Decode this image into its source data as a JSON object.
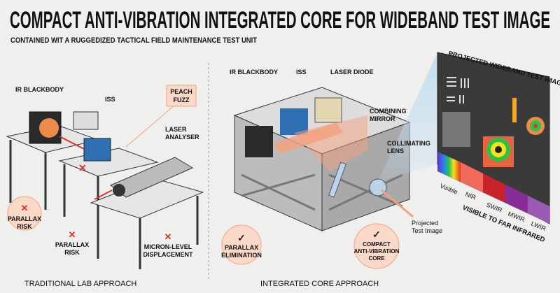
{
  "title": "COMPACT ANTI-VIBRATION INTEGRATED CORE FOR WIDEBAND TEST IMAGE",
  "subtitle": "CONTAINED WIT A RUGGEDIZED TACTICAL FIELD MAINTENANCE TEST UNIT",
  "left": {
    "ir_blackbody": "IR BLACKBODY",
    "iss": "ISS",
    "peach_fuzz": [
      "PEACH",
      "FUZZ"
    ],
    "laser_analyser": [
      "LASER",
      "ANALYSER"
    ],
    "parallax_risk_1": [
      "PARALLAX",
      "RISK"
    ],
    "parallax_risk_2": [
      "PARALLAX",
      "RISK"
    ],
    "micron": [
      "MICRON-LEVEL",
      "DISPLACEMENT"
    ],
    "caption": "TRADITIONAL LAB APPROACH"
  },
  "right": {
    "ir_blackbody": "IR BLACKBODY",
    "iss": "ISS",
    "laser_diode": "LASER DIODE",
    "combining_mirror": [
      "COMBINING",
      "MIRROR"
    ],
    "collimating_lens": [
      "COLLIMATING",
      "LENS"
    ],
    "projected": [
      "Projected",
      "Test Image"
    ],
    "parallax_elim": [
      "PARALLAX",
      "ELIMINATION"
    ],
    "compact_core": [
      "COMPACT",
      "ANTI-VIBRATION",
      "CORE"
    ],
    "caption": "INTEGRATED CORE APPROACH"
  },
  "test_image": {
    "title": "PROJECTED WIDEBAND TEST IMAGE",
    "bands": [
      "Visible",
      "NIR",
      "SWIR",
      "MWIR",
      "LWIR"
    ],
    "range": "VISIBLE TO FAR INFRARED"
  },
  "colors": {
    "accent": "#f3a27e",
    "risk": "#d9342b",
    "ok": "#222222"
  }
}
